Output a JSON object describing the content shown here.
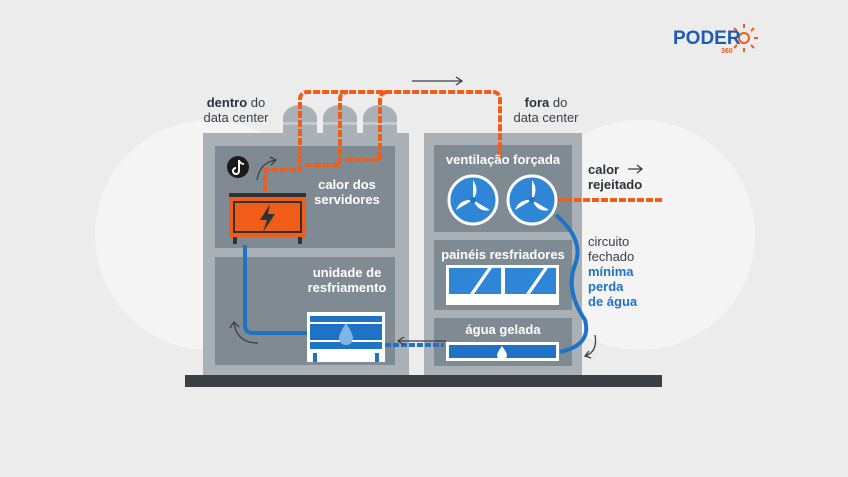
{
  "brand": {
    "name": "PODER",
    "sub": "360"
  },
  "labels": {
    "inside_bold": "dentro",
    "inside_rest": " do",
    "inside_line2": "data center",
    "outside_bold": "fora",
    "outside_rest": " do",
    "outside_line2": "data center",
    "server_heat": "calor dos servidores",
    "cooling_unit": "unidade de resfriamento",
    "forced_ventilation": "ventilação forçada",
    "cooling_panels": "painéis resfriadores",
    "chilled_water": "água gelada",
    "rejected_heat_l1": "calor",
    "rejected_heat_l2": "rejeitado",
    "closed_circuit_l1": "circuito",
    "closed_circuit_l2": "fechado",
    "min_loss_l1": "mínima",
    "min_loss_l2": "perda",
    "min_loss_l3": "de água"
  },
  "icons": [
    "tiktok-icon",
    "lightning-icon",
    "fan-icon",
    "water-drop-icon",
    "arrow-right-icon",
    "curved-arrow-icon"
  ],
  "colors": {
    "background": "#ececec",
    "building": "#a9b1b7",
    "room": "#808a93",
    "hot_pipe": "#f25c19",
    "cold_pipe": "#1f73c6",
    "ground": "#3a3f44",
    "logo": "#1d5bb5"
  }
}
